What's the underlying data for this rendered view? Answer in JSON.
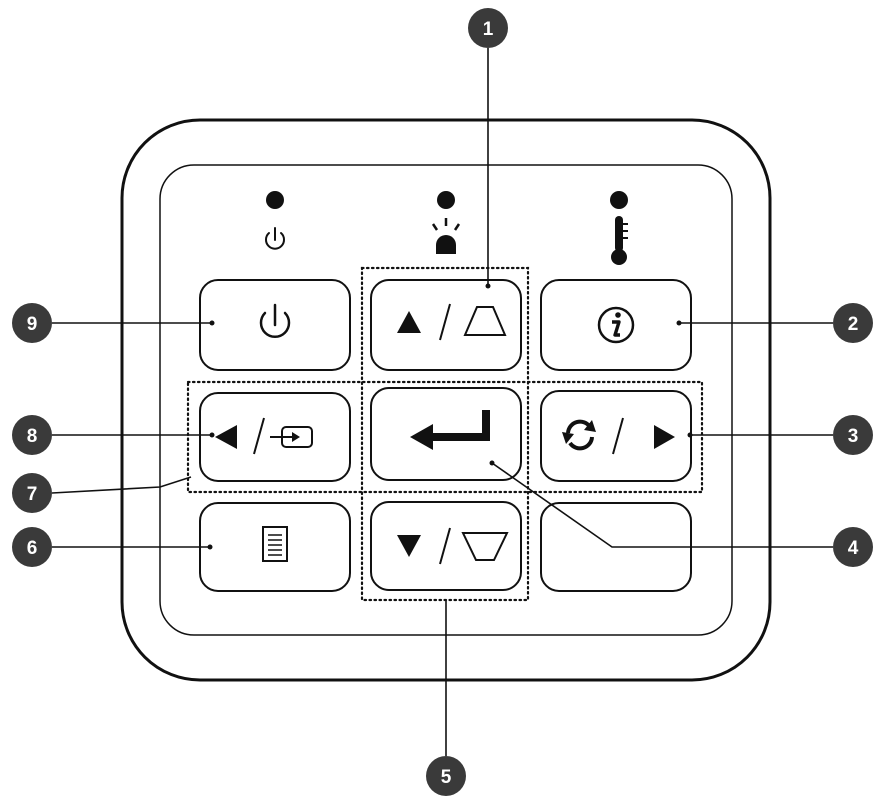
{
  "callouts": [
    "1",
    "2",
    "3",
    "4",
    "5",
    "6",
    "7",
    "8",
    "9"
  ],
  "indicators": [
    {
      "name": "power-indicator",
      "icon": "power-icon"
    },
    {
      "name": "lamp-indicator",
      "icon": "lamp-icon"
    },
    {
      "name": "temperature-indicator",
      "icon": "thermometer-icon"
    }
  ],
  "keys": [
    {
      "name": "power-key",
      "icon": "power-icon"
    },
    {
      "name": "up-keystone-key",
      "icon": "up-arrow-keystone-icon"
    },
    {
      "name": "info-key",
      "icon": "info-icon"
    },
    {
      "name": "left-source-key",
      "icon": "left-arrow-source-icon"
    },
    {
      "name": "enter-key",
      "icon": "enter-icon"
    },
    {
      "name": "resync-right-key",
      "icon": "resync-right-arrow-icon"
    },
    {
      "name": "menu-key",
      "icon": "menu-icon"
    },
    {
      "name": "down-keystone-key",
      "icon": "down-arrow-keystone-icon"
    },
    {
      "name": "blank-key",
      "icon": ""
    }
  ],
  "colors": {
    "ink": "#111111",
    "callout_fill": "#3a3a3a",
    "panel": "#ffffff"
  }
}
